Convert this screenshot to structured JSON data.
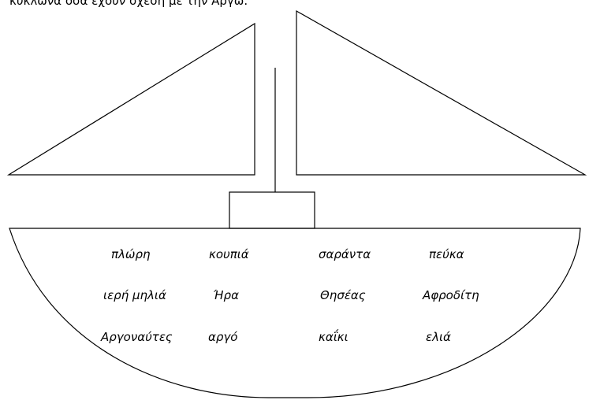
{
  "instruction": "κύκλωνα όσα έχουν σχέση με την Αργώ.",
  "words": [
    [
      "πλώρη",
      "κουπιά",
      "σαράντα",
      "πεύκα"
    ],
    [
      "ιερή μηλιά",
      "Ήρα",
      "Θησέας",
      "Αφροδίτη"
    ],
    [
      "Αργοναύτες",
      "αργό",
      "καΐκι",
      "ελιά"
    ]
  ],
  "colors": {
    "ink": "#000000",
    "paper": "#ffffff"
  }
}
